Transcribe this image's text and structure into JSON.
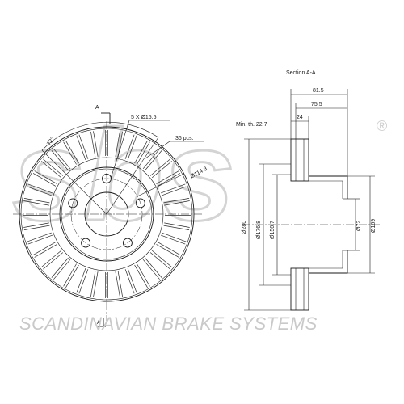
{
  "drawing": {
    "section_title": "Section A-A",
    "section_mark_top": "A",
    "section_mark_bottom": "A",
    "labels": {
      "bolt_holes": "5 X Ø15.5",
      "vanes": "36 pcs.",
      "pcd": "Ø114.3",
      "angle": "72°",
      "width_total": "81.5",
      "width_hat": "75.5",
      "thickness": "24",
      "min_thickness": "Min. th. 22.7",
      "dia_outer": "Ø280",
      "dia_inner_friction": "Ø176.8",
      "dia_hat": "Ø156.7",
      "dia_center_bore": "Ø72",
      "dia_hub": "Ø169"
    },
    "bolt_hole_count": 5,
    "vane_count": 36
  },
  "brand": {
    "logo_text": "sbs",
    "registered_mark": "®",
    "name": "SCANDINAVIAN BRAKE SYSTEMS"
  },
  "colors": {
    "line": "#1a1a1a",
    "watermark": "#d4d4d4",
    "brand_text": "#c9c9c9"
  }
}
